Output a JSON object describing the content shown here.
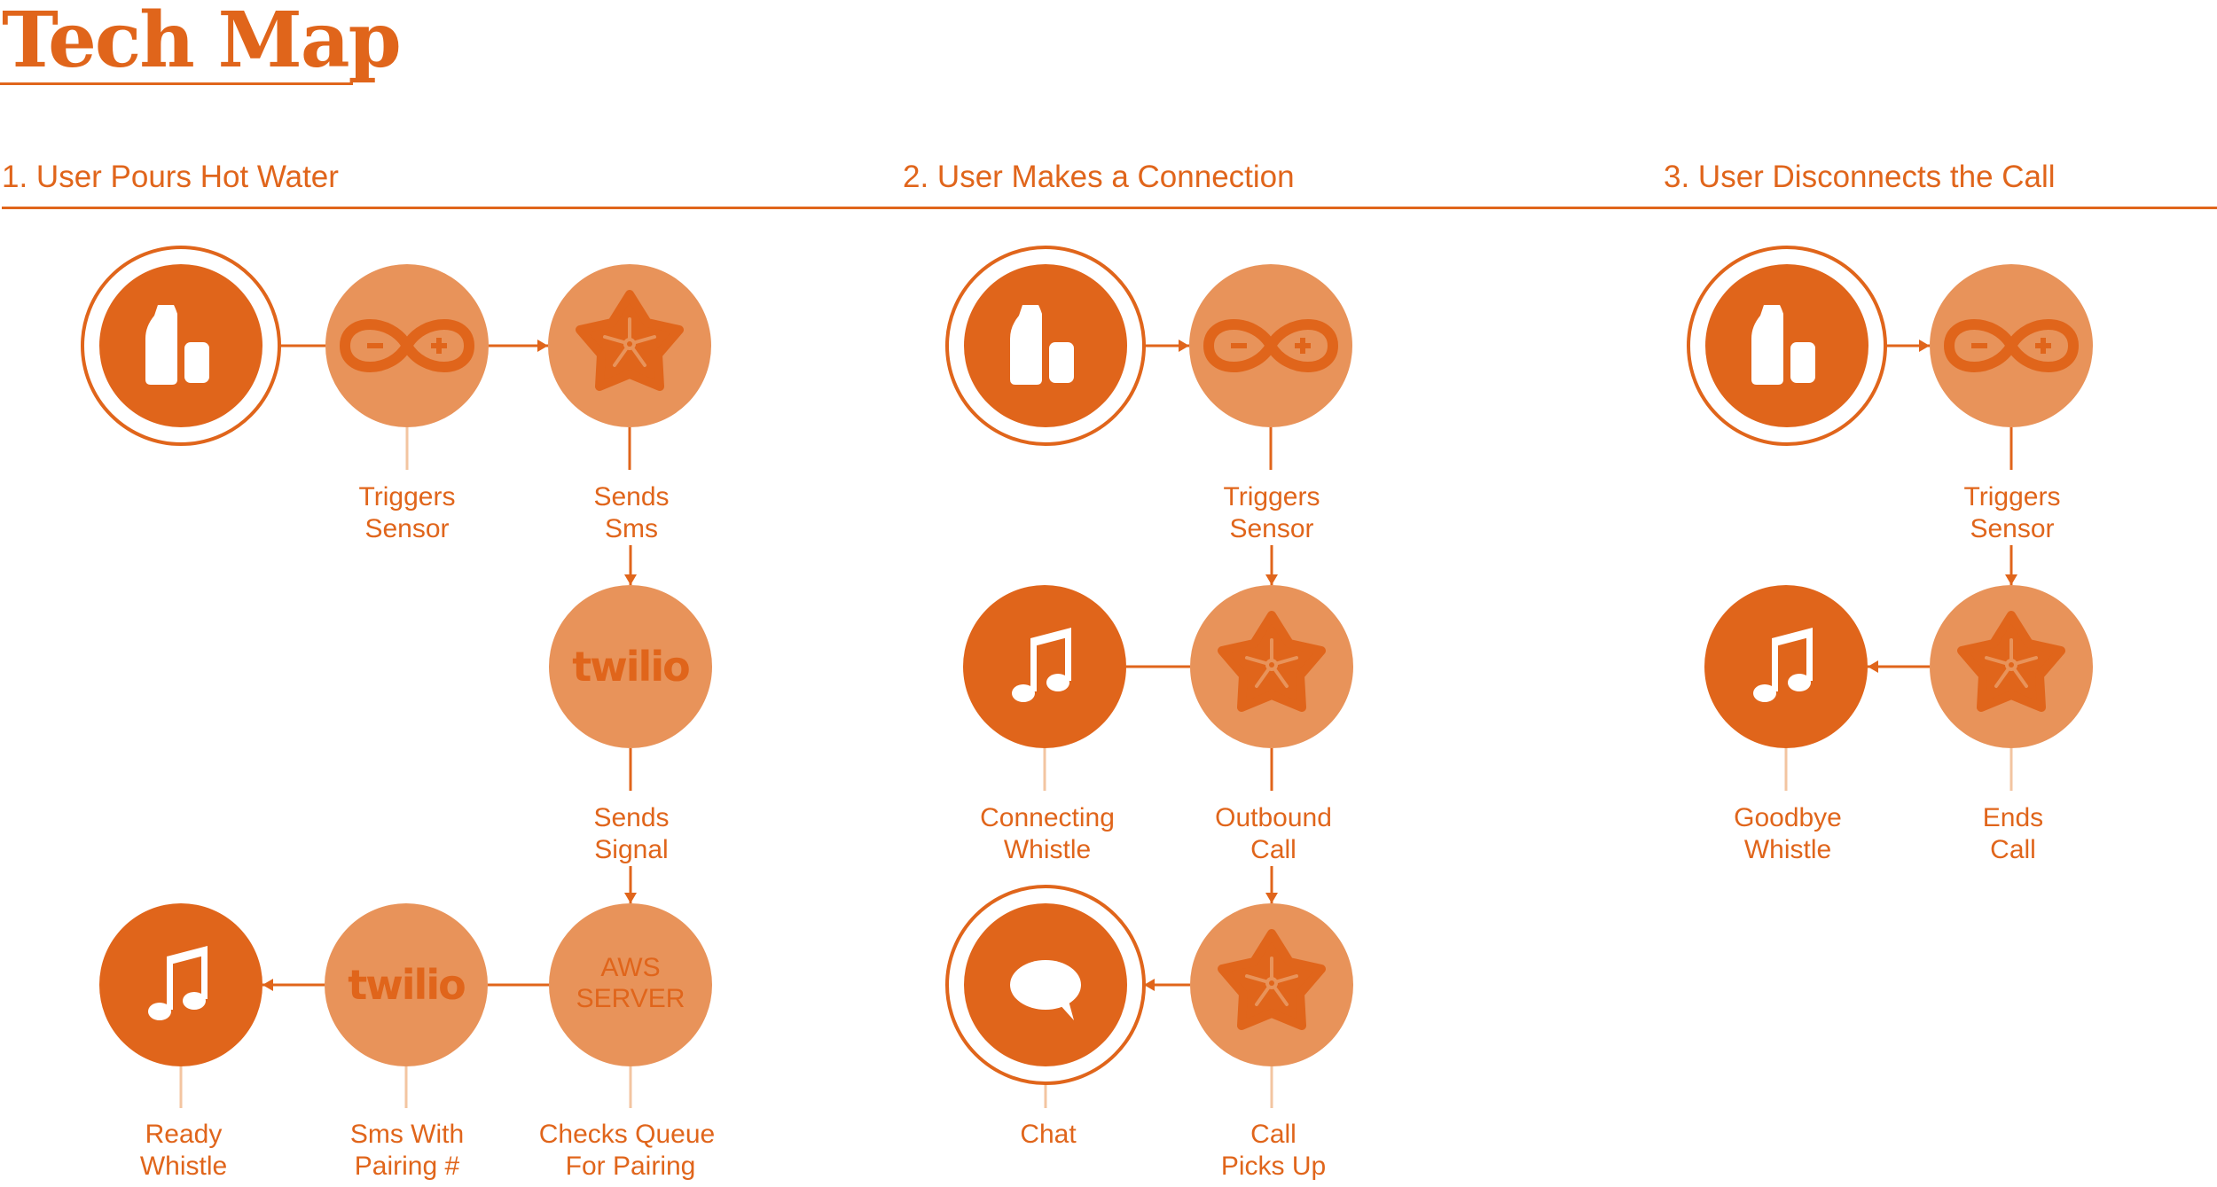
{
  "page_title": "Tech Map",
  "colors": {
    "dark": "#e0651b",
    "light": "#e8935a",
    "white": "#ffffff"
  },
  "sections": [
    {
      "title": "1. User Pours Hot Water",
      "labels": {
        "triggers_sensor": [
          "Triggers",
          "Sensor"
        ],
        "sends_sms": [
          "Sends",
          "Sms"
        ],
        "sends_signal": [
          "Sends",
          "Signal"
        ],
        "checks_queue": [
          "Checks Queue",
          "For Pairing"
        ],
        "sms_with_pairing": [
          "Sms With",
          "Pairing #"
        ],
        "ready_whistle": [
          "Ready",
          "Whistle"
        ]
      },
      "twilio_text": "twilio",
      "aws_text": [
        "AWS",
        "SERVER"
      ]
    },
    {
      "title": "2. User Makes a Connection",
      "labels": {
        "triggers_sensor": [
          "Triggers",
          "Sensor"
        ],
        "connecting_whistle": [
          "Connecting",
          "Whistle"
        ],
        "outbound_call": [
          "Outbound",
          "Call"
        ],
        "chat": [
          "Chat"
        ],
        "call_picks_up": [
          "Call",
          "Picks Up"
        ]
      }
    },
    {
      "title": "3. User Disconnects the Call",
      "labels": {
        "triggers_sensor": [
          "Triggers",
          "Sensor"
        ],
        "goodbye_whistle": [
          "Goodbye",
          "Whistle"
        ],
        "ends_call": [
          "Ends",
          "Call"
        ]
      }
    }
  ],
  "icons": {
    "kettle": "kettle-icon",
    "arduino": "arduino-infinity-icon",
    "flower": "adafruit-flower-icon",
    "music": "music-note-icon",
    "chat": "speech-bubble-icon"
  }
}
